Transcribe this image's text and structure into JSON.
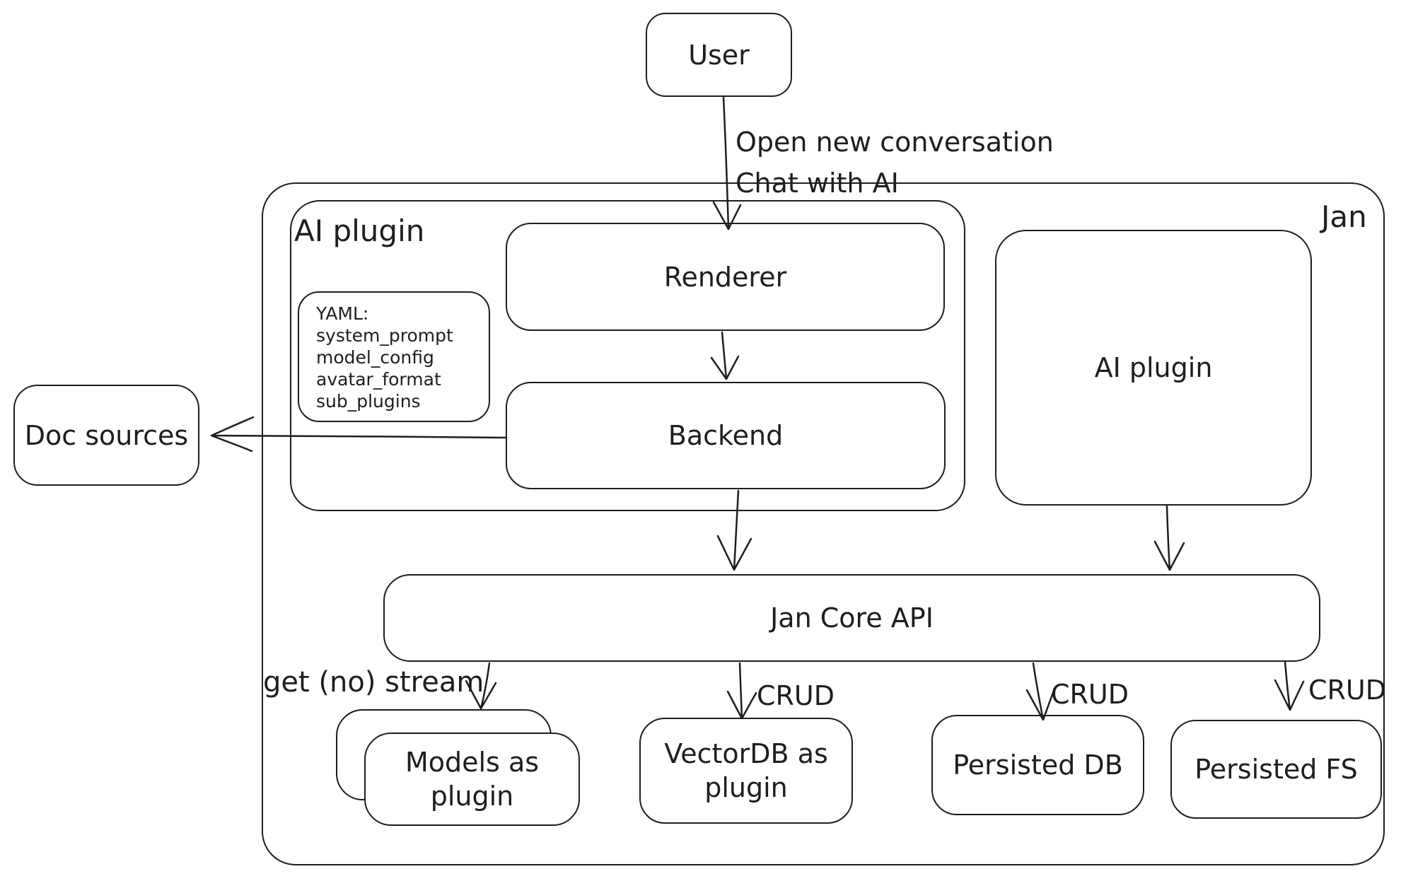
{
  "colors": {
    "stroke": "#1e1e1e",
    "background": "#ffffff"
  },
  "nodes": {
    "user": {
      "label": "User"
    },
    "jan_container": {
      "label": "Jan"
    },
    "ai_plugin_container": {
      "label": "AI plugin"
    },
    "renderer": {
      "label": "Renderer"
    },
    "backend": {
      "label": "Backend"
    },
    "yaml_note": {
      "lines": [
        "YAML:",
        "system_prompt",
        "model_config",
        "avatar_format",
        "sub_plugins"
      ]
    },
    "ai_plugin_box": {
      "label": "AI plugin"
    },
    "doc_sources": {
      "label": "Doc sources"
    },
    "jan_core_api": {
      "label": "Jan Core API"
    },
    "models_as_plugin": {
      "label": "Models as plugin"
    },
    "vectordb_as_plugin": {
      "label": "VectorDB as plugin"
    },
    "persisted_db": {
      "label": "Persisted DB"
    },
    "persisted_fs": {
      "label": "Persisted FS"
    }
  },
  "edges": {
    "user_to_renderer": {
      "lines": [
        "Open new conversation",
        "Chat with AI"
      ]
    },
    "api_to_models": {
      "label": "get (no) stream"
    },
    "api_to_vectordb": {
      "label": "CRUD"
    },
    "api_to_persisted_db": {
      "label": "CRUD"
    },
    "api_to_persisted_fs": {
      "label": "CRUD"
    }
  }
}
